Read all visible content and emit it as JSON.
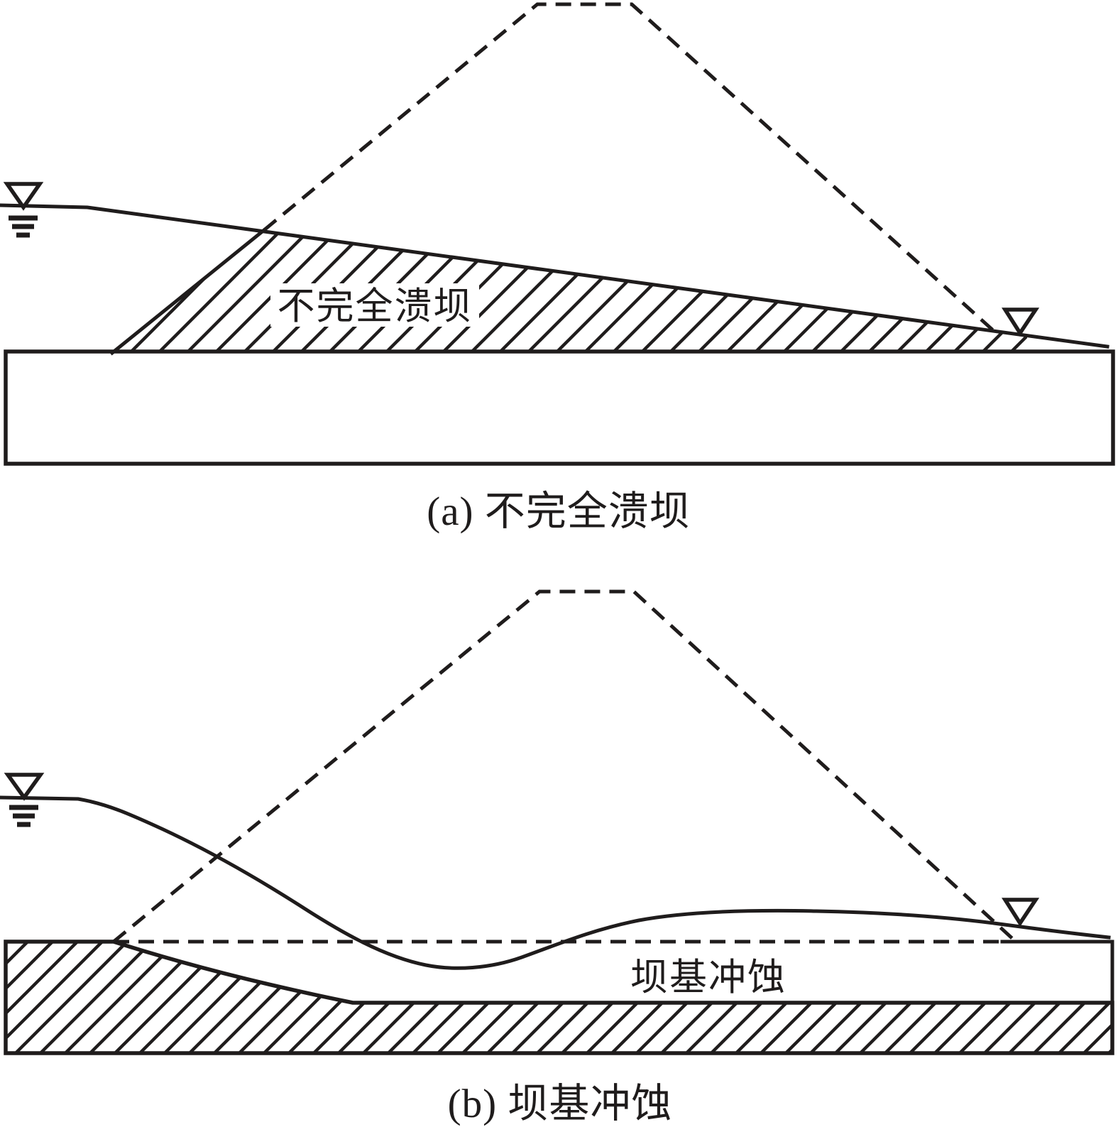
{
  "colors": {
    "line": "#1f1c1c",
    "background": "#ffffff"
  },
  "panels": {
    "a": {
      "region_label": "不完全溃坝",
      "caption": "(a) 不完全溃坝"
    },
    "b": {
      "region_label": "坝基冲蚀",
      "caption": "(b) 坝基冲蚀"
    }
  },
  "icons": {
    "water_level": "inverted-triangle-water-level-marker"
  }
}
